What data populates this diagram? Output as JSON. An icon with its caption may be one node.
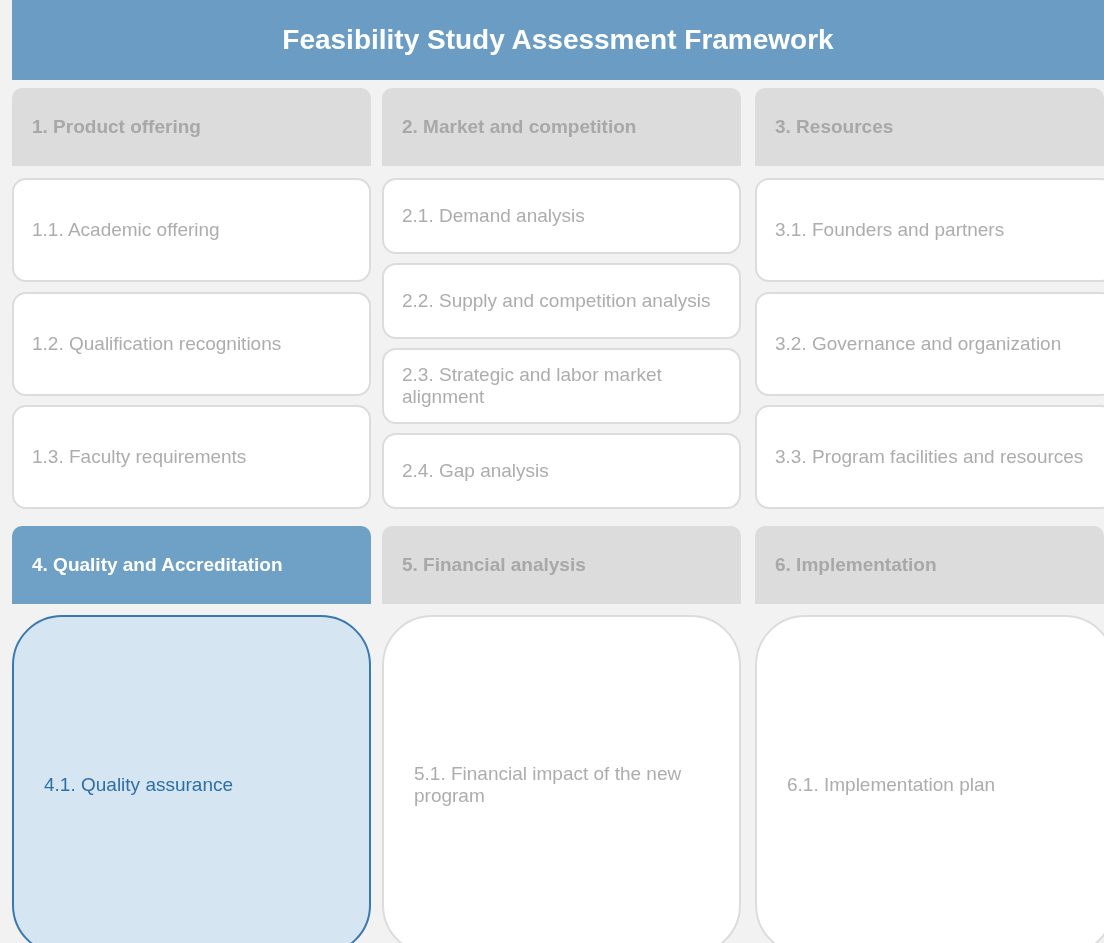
{
  "diagram": {
    "title": "Feasibility Study Assessment Framework",
    "nodes": [
      {
        "text": [
          "1. Product offering"
        ]
      },
      {
        "text": [
          "2. Market and competition"
        ]
      },
      {
        "text": [
          "3. Resources"
        ]
      },
      {
        "text": [
          "1.1. Academic offering"
        ]
      },
      {
        "text": [
          "1.2. Qualification recognitions"
        ]
      },
      {
        "text": [
          "1.3. Faculty requirements"
        ]
      },
      {
        "text": [
          "2.1. Demand analysis"
        ]
      },
      {
        "text": [
          "2.2. Supply and competition analysis"
        ]
      },
      {
        "text": [
          "2.3. Strategic and labor market alignment"
        ]
      },
      {
        "text": [
          "2.4. Gap analysis"
        ]
      },
      {
        "text": [
          "3.1. Founders and partners"
        ]
      },
      {
        "text": [
          "3.2. Governance and organization"
        ]
      },
      {
        "text": [
          "3.3. Program facilities and resources"
        ]
      },
      {
        "text": [
          "4. Quality and Accreditation"
        ]
      },
      {
        "text": [
          "5. Financial analysis"
        ]
      },
      {
        "text": [
          "6. Implementation"
        ]
      },
      {
        "text": [
          "4.1. Quality assurance"
        ]
      },
      {
        "text": [
          "5.1. Financial impact of the new program"
        ]
      },
      {
        "text": [
          "6.1. Implementation plan"
        ]
      }
    ],
    "edges": []
  }
}
